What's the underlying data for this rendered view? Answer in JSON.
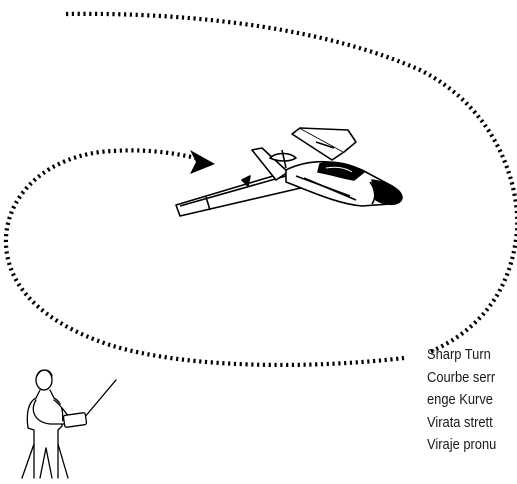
{
  "diagram": {
    "caption_lines": [
      "Sharp Turn",
      "Courbe serr",
      "enge Kurve",
      "Virata strett",
      "Viraje pronu"
    ],
    "colors": {
      "stroke": "#000000",
      "background": "#ffffff"
    },
    "icons": {
      "aircraft": "delta-wing-plane-icon",
      "pilot": "pilot-with-transmitter-icon",
      "direction": "arrowhead-icon"
    }
  }
}
